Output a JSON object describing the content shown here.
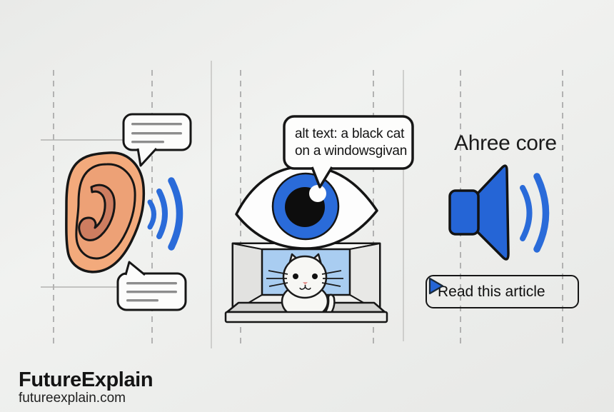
{
  "colors": {
    "background": "#edeeec",
    "primary_blue": "#2a6bd9",
    "outline_black": "#161616",
    "ear_skin": "#f3aa7c",
    "ear_inner_shade": "#eda176",
    "ear_concha": "#cd7d60",
    "window_glass_blue": "#a9cdf1",
    "cat_white": "#f7f7f4",
    "cat_ear_pink": "#f4a5a3",
    "guide_line_gray": "#a3a3a3",
    "bubble_placeholder_gray": "#8d8d8d"
  },
  "hearing_panel": {
    "icons": [
      "ear-icon",
      "sound-waves-icon",
      "speech-bubble-icon",
      "speech-bubble-icon"
    ]
  },
  "vision_panel": {
    "alt_text_bubble": {
      "line1": "alt text: a black cat",
      "line2": "on a windowsgivan"
    },
    "icons": [
      "eye-icon",
      "cat-in-window-illustration"
    ]
  },
  "audio_panel": {
    "heading": "Ahree core",
    "icons": [
      "speaker-icon",
      "sound-waves-icon"
    ],
    "read_button": {
      "label": "Read this article",
      "icon": "play-icon"
    }
  },
  "footer": {
    "brand": "FutureExplain",
    "website": "futureexplain.com"
  }
}
